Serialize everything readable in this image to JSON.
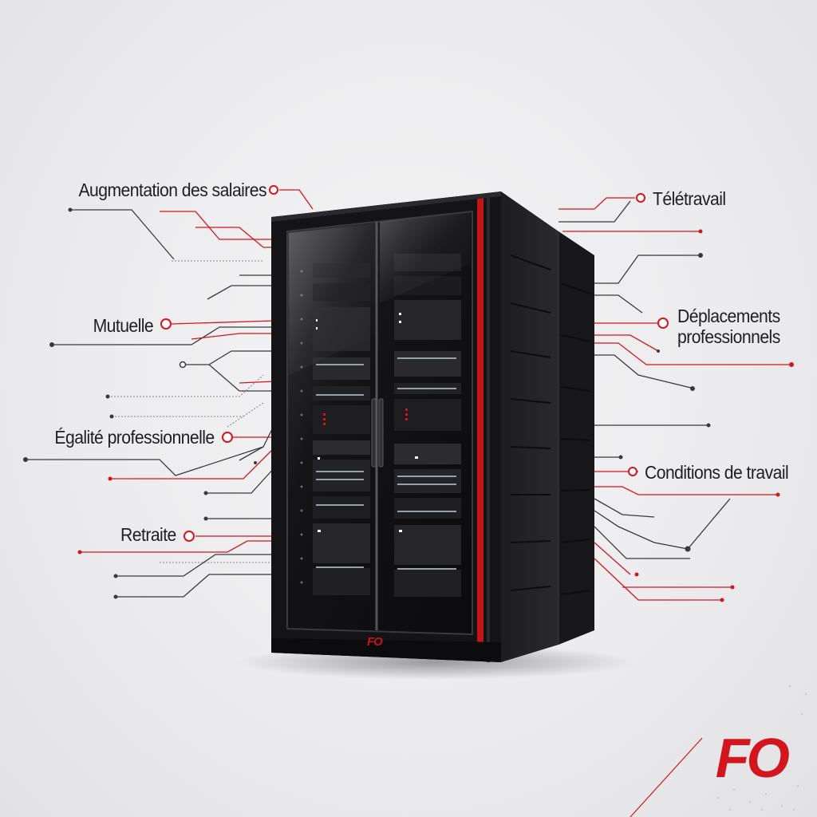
{
  "labels": {
    "augmentation": "Augmentation des salaires",
    "mutuelle": "Mutuelle",
    "egalite": "Égalité professionnelle",
    "retraite": "Retraite",
    "teletravail": "Télétravail",
    "deplacements_line1": "Déplacements",
    "deplacements_line2": "professionnels",
    "conditions": "Conditions de travail"
  },
  "branding": {
    "logo": "FO",
    "cabinet_logo": "FO"
  },
  "colors": {
    "accent": "#d3151e",
    "line_dark": "#3a3a3e",
    "cabinet": "#1b1b1e",
    "background": "#ececee"
  },
  "icons": [
    "server-rack",
    "node-marker-icon"
  ]
}
